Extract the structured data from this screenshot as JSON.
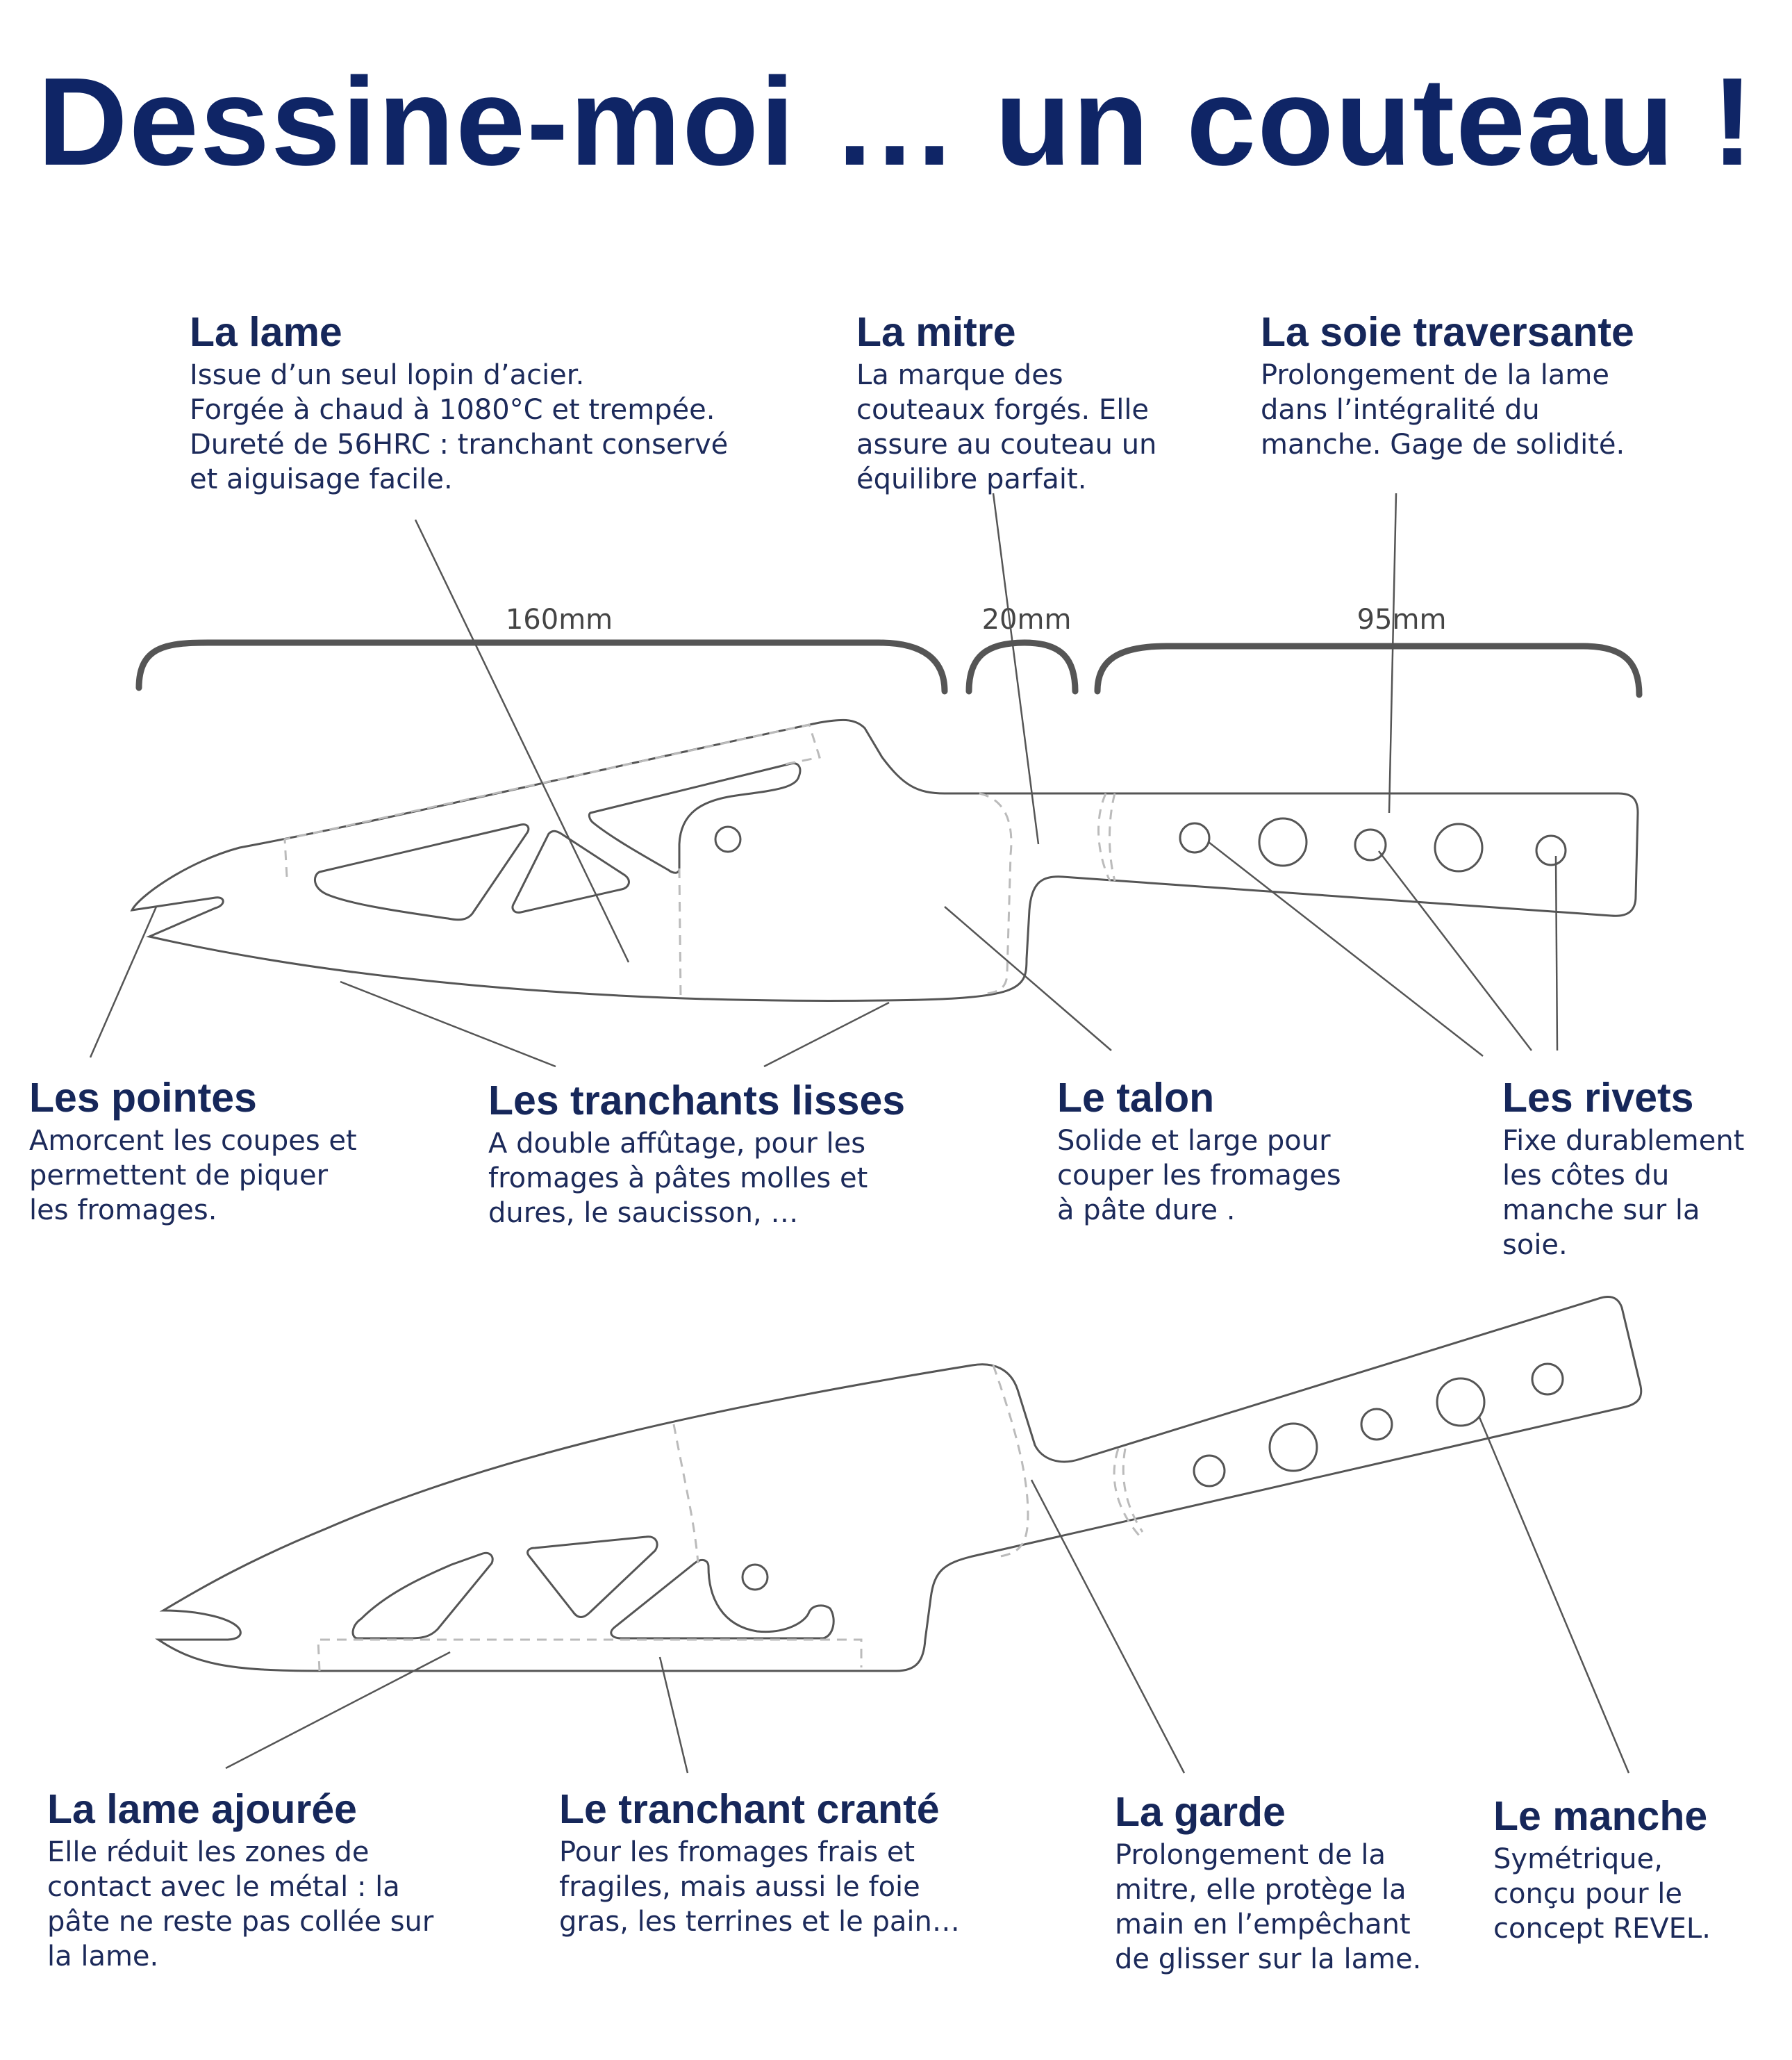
{
  "title": "Dessine-moi … un couteau !",
  "dimensions": {
    "blade": "160mm",
    "bolster": "20mm",
    "handle": "95mm"
  },
  "labels": {
    "lame": {
      "title": "La lame",
      "text": "Issue d’un seul lopin d’acier.\nForgée à chaud à 1080°C et trempée.\nDureté de 56HRC : tranchant conservé\net aiguisage facile."
    },
    "mitre": {
      "title": "La mitre",
      "text": "La marque des\ncouteaux forgés. Elle\nassure au couteau un\néquilibre parfait."
    },
    "soie": {
      "title": "La soie traversante",
      "text": "Prolongement de la lame\ndans l’intégralité du\nmanche. Gage de solidité."
    },
    "pointes": {
      "title": "Les pointes",
      "text": "Amorcent les coupes et\npermettent de piquer\nles fromages."
    },
    "tranchants_lisses": {
      "title": "Les tranchants lisses",
      "text": "A double affûtage, pour les\nfromages à pâtes molles et\ndures, le saucisson, …"
    },
    "talon": {
      "title": "Le talon",
      "text": "Solide et large pour\ncouper les fromages\nà pâte dure ."
    },
    "rivets": {
      "title": "Les rivets",
      "text": "Fixe durablement\nles côtes du\nmanche sur la\nsoie."
    },
    "lame_ajouree": {
      "title": "La lame ajourée",
      "text": "Elle réduit les zones de\ncontact avec le métal : la\npâte ne reste pas collée sur\nla lame."
    },
    "tranchant_crante": {
      "title": "Le tranchant cranté",
      "text": "Pour les fromages frais et\nfragiles, mais aussi le foie\ngras, les terrines et le pain…"
    },
    "garde": {
      "title": "La garde",
      "text": "Prolongement de la\nmitre, elle protège la\nmain en l’empêchant\nde glisser sur la lame."
    },
    "manche": {
      "title": "Le manche",
      "text": "Symétrique,\nconçu pour le\nconcept REVEL."
    }
  },
  "colors": {
    "title": "#0f2566",
    "heading": "#16275a",
    "body": "#1c2a5a",
    "outline": "#555555",
    "bracket": "#555555"
  }
}
